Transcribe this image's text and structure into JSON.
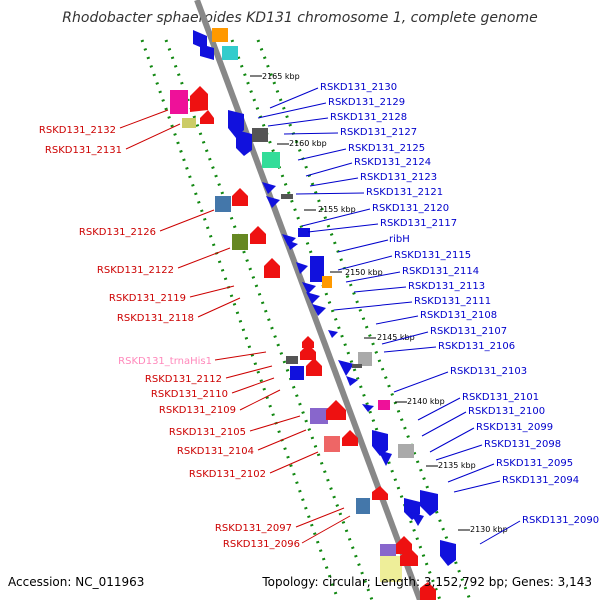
{
  "title": "Rhodobacter sphaeroides KD131 chromosome 1, complete genome",
  "footer": {
    "accession": "Accession: NC_011963",
    "topology": "Topology: circular; Length: 3,152,792 bp; Genes: 3,143"
  },
  "colors": {
    "forward_label": "#0000cc",
    "reverse_label": "#cc0000",
    "trna_label": "#ff88bb",
    "axis": "#888888",
    "dots": "#118811"
  },
  "ticks": [
    "2165 kbp",
    "2160 kbp",
    "2155 kbp",
    "2150 kbp",
    "2145 kbp",
    "2140 kbp",
    "2135 kbp",
    "2130 kbp"
  ],
  "right_labels": [
    "RSKD131_2130",
    "RSKD131_2129",
    "RSKD131_2128",
    "RSKD131_2127",
    "RSKD131_2125",
    "RSKD131_2124",
    "RSKD131_2123",
    "RSKD131_2121",
    "RSKD131_2120",
    "RSKD131_2117",
    "ribH",
    "RSKD131_2115",
    "RSKD131_2114",
    "RSKD131_2113",
    "RSKD131_2111",
    "RSKD131_2108",
    "RSKD131_2107",
    "RSKD131_2106",
    "RSKD131_2103",
    "RSKD131_2101",
    "RSKD131_2100",
    "RSKD131_2099",
    "RSKD131_2098",
    "RSKD131_2095",
    "RSKD131_2094",
    "RSKD131_2090"
  ],
  "left_labels": [
    "RSKD131_2132",
    "RSKD131_2131",
    "RSKD131_2126",
    "RSKD131_2122",
    "RSKD131_2119",
    "RSKD131_2118",
    "RSKD131_trnaHis1",
    "RSKD131_2112",
    "RSKD131_2110",
    "RSKD131_2109",
    "RSKD131_2105",
    "RSKD131_2104",
    "RSKD131_2102",
    "RSKD131_2097",
    "RSKD131_2096"
  ]
}
